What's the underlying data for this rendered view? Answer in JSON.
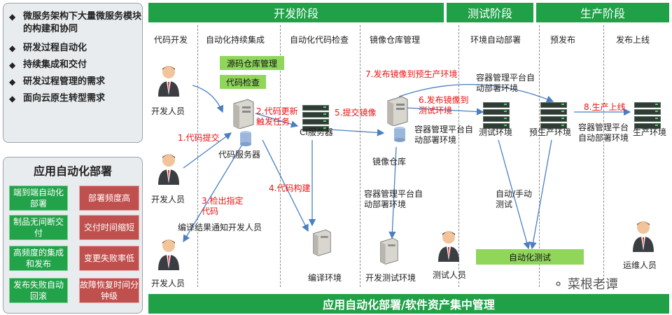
{
  "left": {
    "bullets": [
      "微服务架构下大量微服务模块的构建和协同",
      "研发过程自动化",
      "持续集成和交付",
      "研发过程管理的需求",
      "面向云原生转型需求"
    ],
    "deploy_title": "应用自动化部署",
    "rows": [
      {
        "green": "端到端自动化部署",
        "red": "部署频度高"
      },
      {
        "green": "制品无间断交付",
        "red": "交付时间缩短"
      },
      {
        "green": "高频度的集成和发布",
        "red": "变更失败率低"
      },
      {
        "green": "发布失败自动回滚",
        "red": "故障恢复时间分钟级"
      }
    ]
  },
  "phases": {
    "dev": "开发阶段",
    "test": "测试阶段",
    "prod": "生产阶段"
  },
  "columns": [
    "代码开发",
    "自动化持续集成",
    "自动化代码检查",
    "镜像仓库管理",
    "环境自动部署",
    "预发布",
    "发布上线"
  ],
  "tags": {
    "repo": "源码仓库管理",
    "check": "代码检查",
    "autotest": "自动化测试"
  },
  "people": {
    "dev": "开发人员",
    "tester": "测试人员",
    "ops": "运维人员"
  },
  "nodes": {
    "code_server": "代码服务器",
    "ci_server": "CI服务器",
    "image_repo": "镜像仓库",
    "build_env": "编译环境",
    "dev_test_env": "开发测试环境",
    "test_env": "测试环境",
    "preprod_env": "预生产环境",
    "prod_env": "生产环境",
    "container_platform": "容器管理平台自动部署环境"
  },
  "steps": {
    "s1": "1.代码提交",
    "s2": "2.代码更新触发任务",
    "s3": "3.检出指定代码",
    "s4": "4.代码构建",
    "s5": "5.提交镜像",
    "s6": "6.发布镜像到测试环境",
    "s7": "7.发布镜像到预生产环境",
    "s8": "8.生产上线"
  },
  "notes": {
    "notify": "编译结果通知开发人员",
    "auto_manual": "自动/手动测试"
  },
  "bottom": "应用自动化部署/软件资产集中管理",
  "watermark": "菜根老谭"
}
